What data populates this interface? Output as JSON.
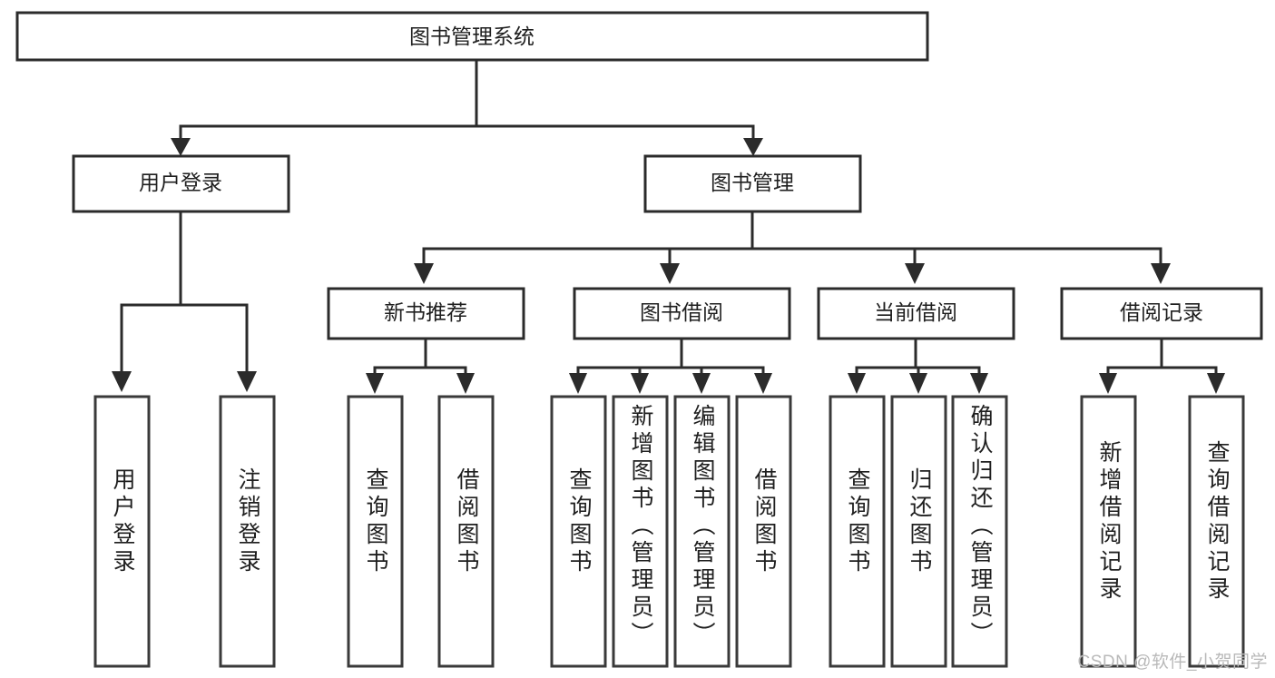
{
  "diagram": {
    "type": "tree-hierarchy",
    "title": "图书管理系统",
    "root": {
      "id": "root",
      "label": "图书管理系统",
      "orientation": "horizontal"
    },
    "level2": [
      {
        "id": "user-login",
        "label": "用户登录",
        "orientation": "horizontal"
      },
      {
        "id": "book-management",
        "label": "图书管理",
        "orientation": "horizontal"
      }
    ],
    "level3": [
      {
        "id": "new-book-recommend",
        "label": "新书推荐",
        "orientation": "horizontal",
        "parent": "book-management"
      },
      {
        "id": "book-borrow",
        "label": "图书借阅",
        "orientation": "horizontal",
        "parent": "book-management"
      },
      {
        "id": "current-borrow",
        "label": "当前借阅",
        "orientation": "horizontal",
        "parent": "book-management"
      },
      {
        "id": "borrow-record",
        "label": "借阅记录",
        "orientation": "horizontal",
        "parent": "book-management"
      }
    ],
    "leaves": [
      {
        "id": "leaf-user-login",
        "label": "用户登录",
        "parent": "user-login",
        "orientation": "vertical"
      },
      {
        "id": "leaf-logout",
        "label": "注销登录",
        "parent": "user-login",
        "orientation": "vertical"
      },
      {
        "id": "leaf-query-book-1",
        "label": "查询图书",
        "parent": "new-book-recommend",
        "orientation": "vertical"
      },
      {
        "id": "leaf-borrow-book-1",
        "label": "借阅图书",
        "parent": "new-book-recommend",
        "orientation": "vertical"
      },
      {
        "id": "leaf-query-book-2",
        "label": "查询图书",
        "parent": "book-borrow",
        "orientation": "vertical"
      },
      {
        "id": "leaf-add-book",
        "label": "新增图书（管理员）",
        "parent": "book-borrow",
        "orientation": "vertical"
      },
      {
        "id": "leaf-edit-book",
        "label": "编辑图书（管理员）",
        "parent": "book-borrow",
        "orientation": "vertical"
      },
      {
        "id": "leaf-borrow-book-2",
        "label": "借阅图书",
        "parent": "book-borrow",
        "orientation": "vertical"
      },
      {
        "id": "leaf-query-book-3",
        "label": "查询图书",
        "parent": "current-borrow",
        "orientation": "vertical"
      },
      {
        "id": "leaf-return-book",
        "label": "归还图书",
        "parent": "current-borrow",
        "orientation": "vertical"
      },
      {
        "id": "leaf-confirm-return",
        "label": "确认归还（管理员）",
        "parent": "current-borrow",
        "orientation": "vertical"
      },
      {
        "id": "leaf-add-record",
        "label": "新增借阅记录",
        "parent": "borrow-record",
        "orientation": "vertical"
      },
      {
        "id": "leaf-query-record",
        "label": "查询借阅记录",
        "parent": "borrow-record",
        "orientation": "vertical"
      }
    ],
    "colors": {
      "stroke": "#2b2b2b",
      "fill": "#ffffff",
      "text": "#1f1f1f",
      "watermark": "#b9b9b9"
    }
  },
  "watermark": {
    "text": "CSDN @软件_小贺同学"
  }
}
